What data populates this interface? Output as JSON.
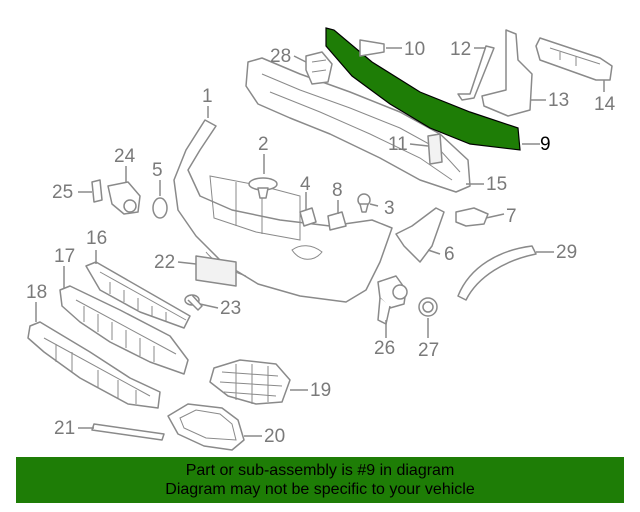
{
  "colors": {
    "highlight": "#1e7d06",
    "part_stroke": "#8a8a8a",
    "callout_text": "#7a7a7a"
  },
  "callouts": {
    "c1": "1",
    "c2": "2",
    "c3": "3",
    "c4": "4",
    "c5": "5",
    "c6": "6",
    "c7": "7",
    "c8": "8",
    "c9": "9",
    "c10": "10",
    "c11": "11",
    "c12": "12",
    "c13": "13",
    "c14": "14",
    "c15": "15",
    "c16": "16",
    "c17": "17",
    "c18": "18",
    "c19": "19",
    "c20": "20",
    "c21": "21",
    "c22": "22",
    "c23": "23",
    "c24": "24",
    "c25": "25",
    "c26": "26",
    "c27": "27",
    "c28": "28",
    "c29": "29"
  },
  "banner": {
    "line1": "Part or sub-assembly is #9 in diagram",
    "line2": "Diagram may not be specific to your vehicle"
  }
}
